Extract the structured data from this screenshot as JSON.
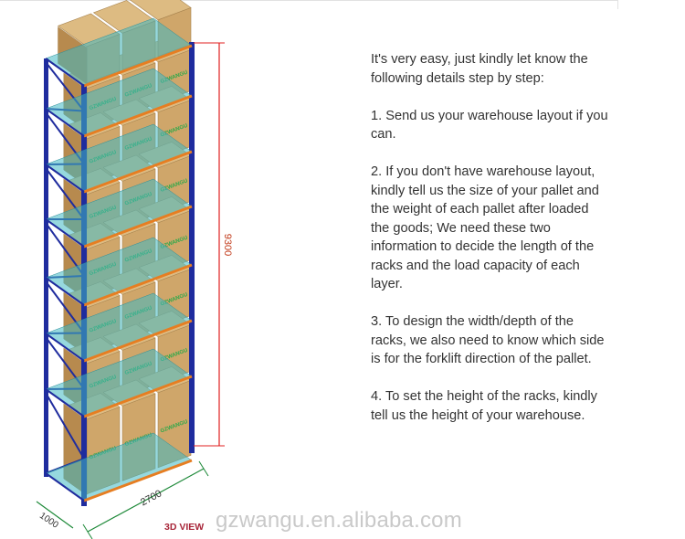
{
  "intro": "It's very easy, just kindly let know the following details step by step:",
  "steps": [
    "1. Send us your warehouse layout if you can.",
    "2. If you don't have warehouse layout, kindly tell us the size of your pallet and the weight of each pallet after loaded the goods; We need these two information to decide the length of the racks and the load capacity of each layer.",
    "3. To design the width/depth of the racks, we also need to know which side is for the forklift direction of the pallet.",
    "4. To set the height of the racks, kindly tell us the height of your warehouse."
  ],
  "drawing": {
    "height_label": "9300",
    "width_label": "2700",
    "depth_label": "1000",
    "view_label": "3D VIEW",
    "carton_text": "GZWANGU",
    "colors": {
      "upright": "#1f2c9e",
      "beam": "#e67e22",
      "decking": "#40b8c2",
      "carton": "#cfa66a",
      "carton_side": "#b78a4e",
      "dimension_line": "#e02020"
    }
  },
  "watermark": "gzwangu.en.alibaba.com"
}
